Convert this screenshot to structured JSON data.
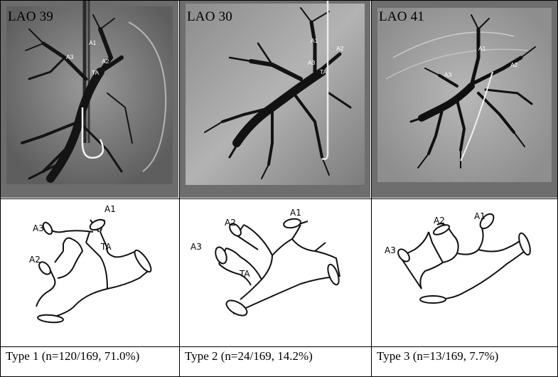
{
  "panels": [
    {
      "view": "LAO 39",
      "image_labels": [
        "A1",
        "A2",
        "A3",
        "TA"
      ],
      "diagram_labels": [
        "A1",
        "A3",
        "A2",
        "TA"
      ],
      "caption": "Type 1 (n=120/169, 71.0%)"
    },
    {
      "view": "LAO 30",
      "image_labels": [
        "A1",
        "A2",
        "A3",
        "TA"
      ],
      "diagram_labels": [
        "A2",
        "A1",
        "A3",
        "TA"
      ],
      "caption": "Type 2 (n=24/169, 14.2%)"
    },
    {
      "view": "LAO 41",
      "image_labels": [
        "A1",
        "A2",
        "A3"
      ],
      "diagram_labels": [
        "A1",
        "A2",
        "A3"
      ],
      "caption": "Type 3 (n=13/169, 7.7%)"
    }
  ],
  "colors": {
    "border": "#000000",
    "angio_background": "#6f6f6f",
    "vessel": "#111111"
  }
}
